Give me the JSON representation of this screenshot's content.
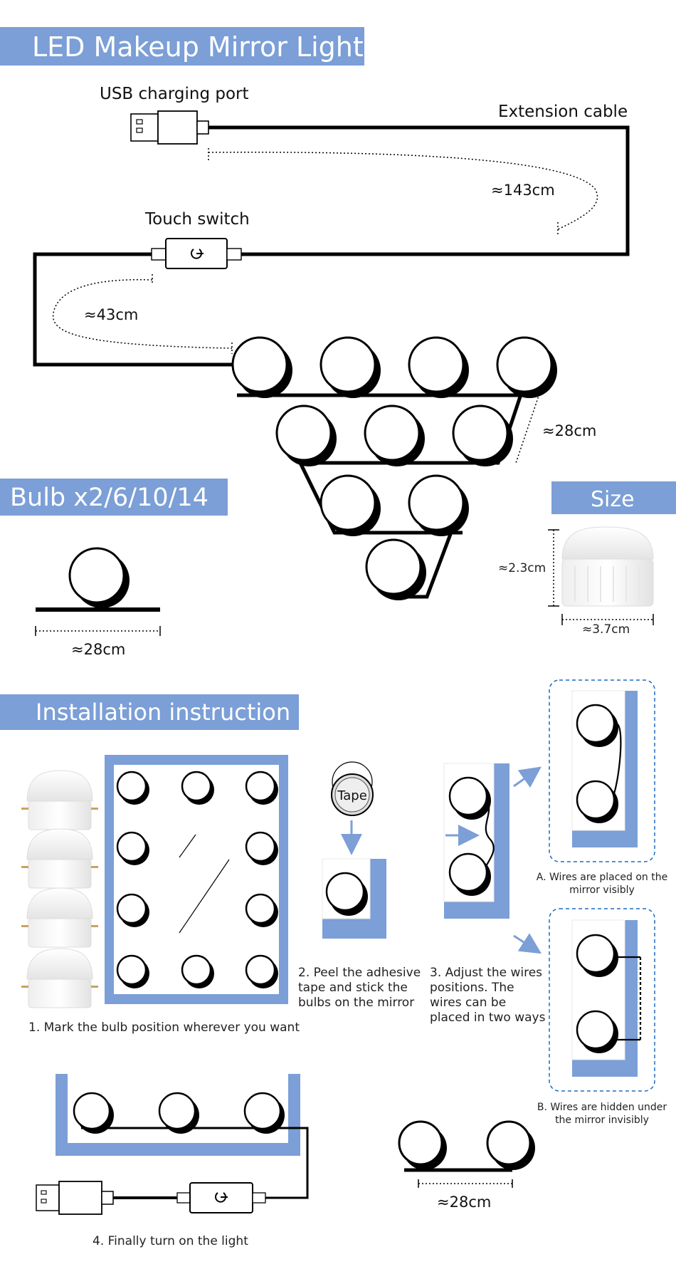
{
  "colors": {
    "accent": "#7b9fd6",
    "line": "#000000",
    "dash": "#1a6bc2",
    "bulb_fill": "#ffffff"
  },
  "title": "LED Makeup Mirror Light",
  "labels": {
    "usb_port": "USB charging port",
    "extension_cable": "Extension cable",
    "len_143": "≈143cm",
    "touch_switch": "Touch switch",
    "len_43": "≈43cm",
    "len_28_top": "≈28cm",
    "bulb_header": "Bulb x2/6/10/14",
    "len_28_single": "≈28cm",
    "size_header": "Size",
    "size_height": "≈2.3cm",
    "size_width": "≈3.7cm",
    "tape": "Tape",
    "len_28_bottom": "≈28cm"
  },
  "install": {
    "header": "Installation instruction",
    "step1": "1. Mark the bulb position wherever you want",
    "step2": [
      "2. Peel the adhesive",
      "tape and stick the",
      "bulbs on the mirror"
    ],
    "step3": [
      "3. Adjust the wires",
      "positions. The",
      "wires can be",
      "placed in two ways"
    ],
    "option_a": [
      "A. Wires are placed on the",
      "mirror visibly"
    ],
    "option_b": [
      "B. Wires are hidden under",
      "the mirror invisibly"
    ],
    "step4": "4. Finally turn on the light"
  },
  "icons": {
    "usb": "usb-plug-icon",
    "power": "power-icon",
    "bulb": "bulb-icon",
    "arrow": "arrow-icon"
  }
}
